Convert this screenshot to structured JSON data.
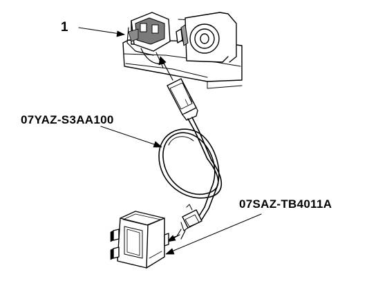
{
  "callouts": {
    "item_number": "1",
    "cable_part_number": "07YAZ-S3AA100",
    "tester_part_number": "07SAZ-TB4011A"
  },
  "colors": {
    "line": "#000000",
    "background": "#ffffff",
    "shading": "#8a8a8a"
  }
}
